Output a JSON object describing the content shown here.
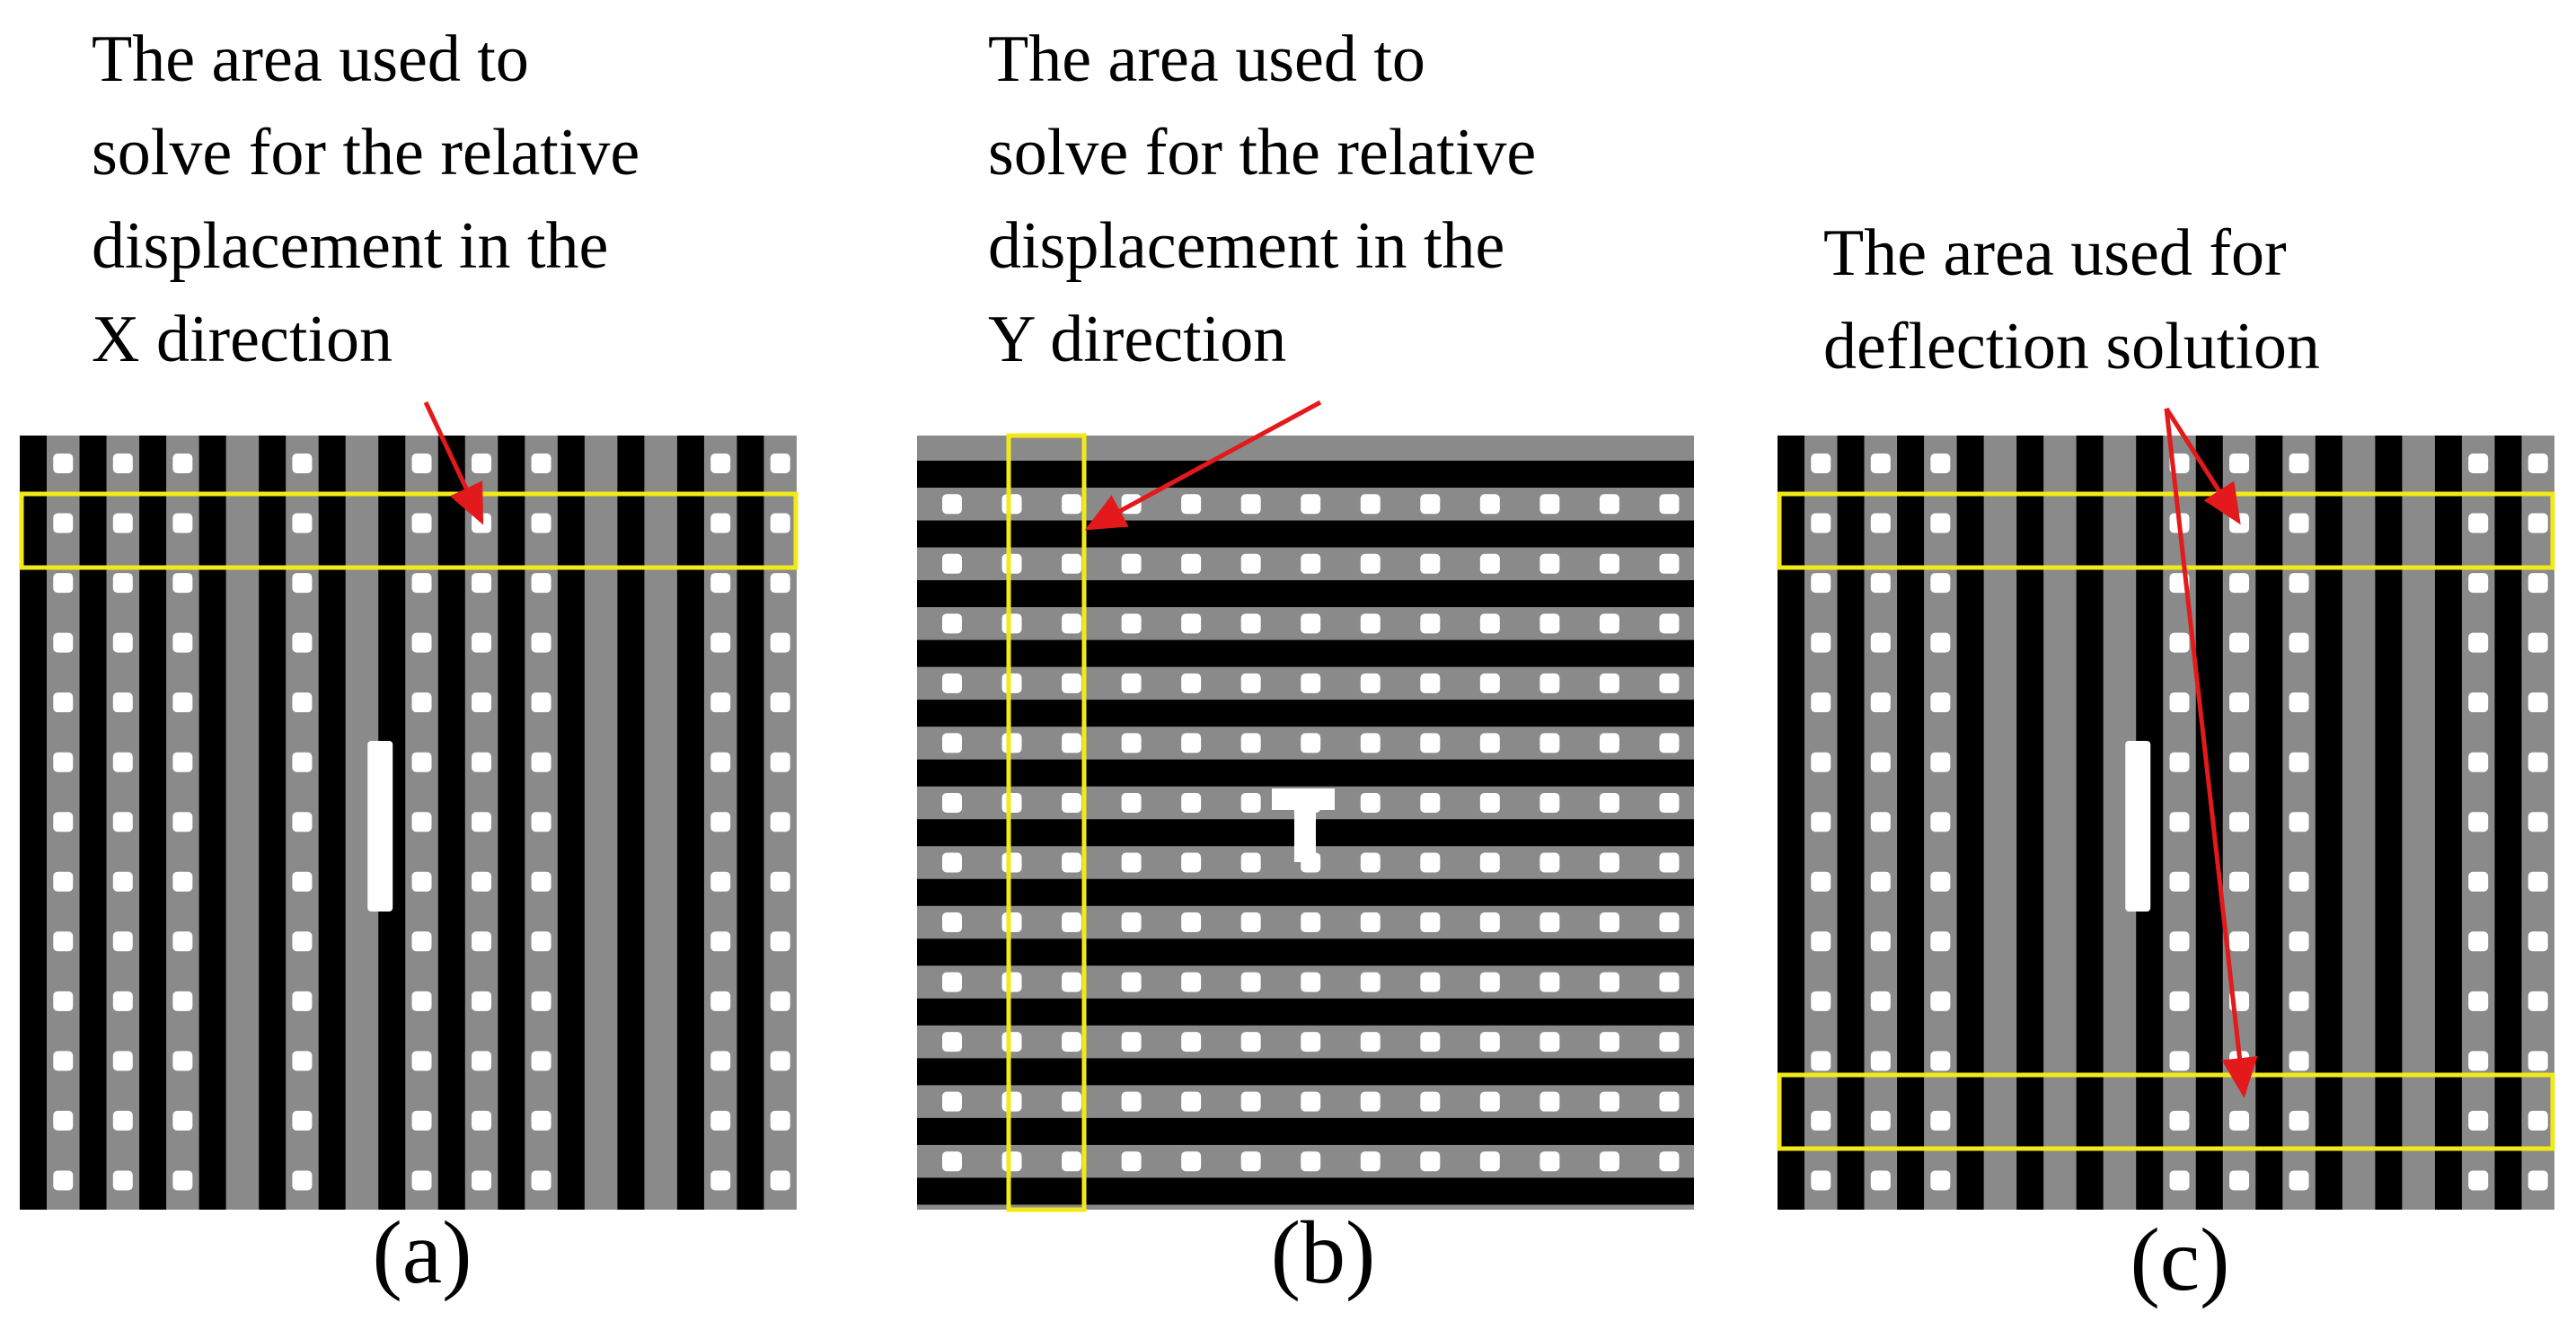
{
  "panels": [
    {
      "id": "a",
      "label": "(a)",
      "caption": [
        "The area used to",
        "solve for the relative",
        "displacement in the",
        "X direction"
      ]
    },
    {
      "id": "b",
      "label": "(b)",
      "caption": [
        "The area used to",
        "solve for the relative",
        "displacement in the",
        "Y direction"
      ]
    },
    {
      "id": "c",
      "label": "(c)",
      "caption": [
        "The area used for",
        "deflection solution"
      ]
    }
  ],
  "colors": {
    "bar": "#000000",
    "background": "#8a8a8a",
    "dot": "#ffffff",
    "highlight_box": "#f2ea18",
    "arrow": "#e3191b"
  }
}
